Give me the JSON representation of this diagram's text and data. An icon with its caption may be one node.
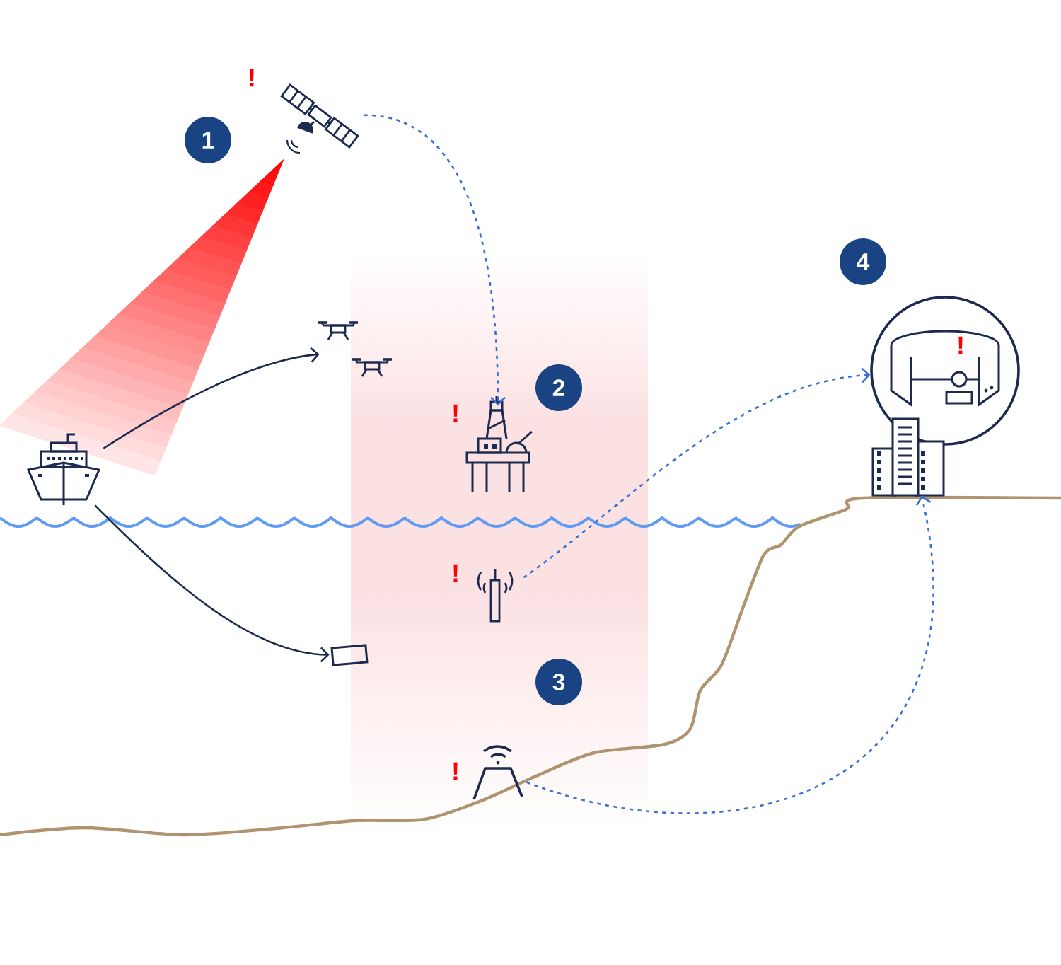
{
  "diagram": {
    "nodes": [
      {
        "text": [],
        "shape": "satellite"
      },
      {
        "text": [],
        "shape": "circle"
      },
      {
        "text": [],
        "shape": "drone"
      },
      {
        "text": [],
        "shape": "platform"
      },
      {
        "text": [],
        "shape": "building"
      },
      {
        "text": [],
        "shape": "ship"
      },
      {
        "text": [],
        "shape": "antenna"
      },
      {
        "text": [],
        "shape": "box"
      },
      {
        "text": [],
        "shape": "station"
      }
    ],
    "edges": [
      {
        "from": 0,
        "to": 3,
        "arrow": "to",
        "style": "dashed"
      },
      {
        "from": 5,
        "to": 2,
        "arrow": "to",
        "color": "#1b2a4e"
      },
      {
        "from": 5,
        "to": 7,
        "arrow": "to",
        "color": "#1b2a4e"
      },
      {
        "from": 6,
        "to": 1,
        "arrow": "to",
        "style": "dashed"
      },
      {
        "from": 8,
        "to": 4,
        "arrow": "to",
        "style": "dashed"
      }
    ],
    "labels": [
      "!",
      "1",
      "4",
      "!",
      "2",
      "!",
      "!",
      "3",
      "!"
    ]
  }
}
